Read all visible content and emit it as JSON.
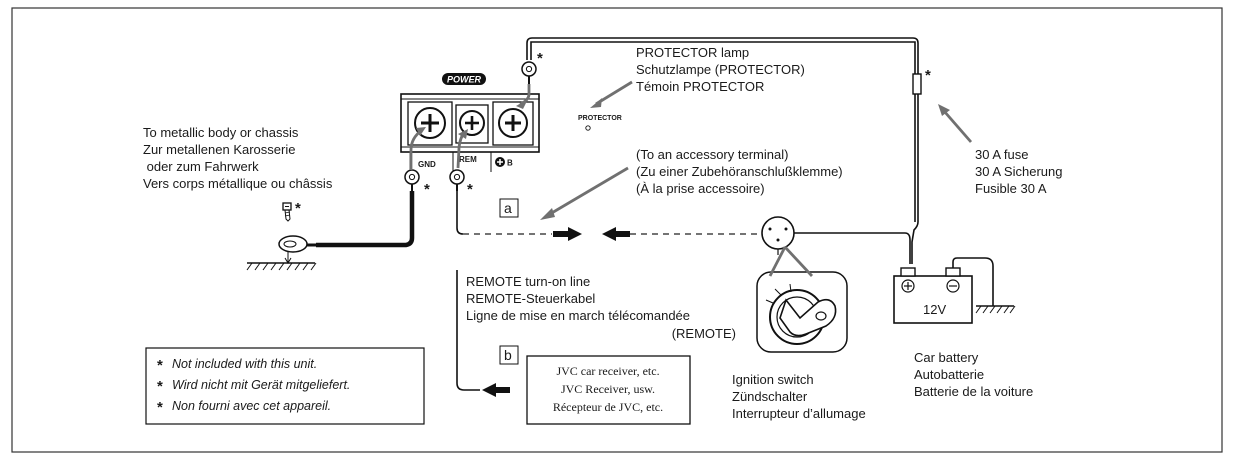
{
  "colors": {
    "leader": "#707070",
    "ink": "#111111",
    "background": "#ffffff"
  },
  "amplifier": {
    "logo": "POWER",
    "terminals": [
      "GND",
      "REM",
      "B"
    ],
    "indicator": "PROTECTOR"
  },
  "labels": {
    "protector_lamp": [
      "PROTECTOR lamp",
      "Schutzlampe (PROTECTOR)",
      "Témoin PROTECTOR"
    ],
    "ground_target": [
      "To metallic body or chassis",
      "Zur metallenen Karosserie",
      " oder zum Fahrwerk",
      "Vers corps métallique ou châssis"
    ],
    "accessory_terminal": [
      "(To an accessory terminal)",
      "(Zu einer Zubehöranschlußklemme)",
      "(À la prise accessoire)"
    ],
    "fuse": [
      "30 A fuse",
      "30 A Sicherung",
      "Fusible 30 A"
    ],
    "remote_line": [
      "REMOTE turn-on line",
      "REMOTE-Steuerkabel",
      "Ligne de mise en march télécomandée",
      "(REMOTE)"
    ],
    "ignition": [
      "Ignition switch",
      "Zündschalter",
      "Interrupteur d’allumage"
    ],
    "battery": [
      "Car battery",
      "Autobatterie",
      "Batterie de la voiture"
    ],
    "receiver": [
      "JVC car receiver, etc.",
      "JVC Receiver, usw.",
      "Récepteur de JVC, etc."
    ]
  },
  "tags": {
    "a": "a",
    "b": "b"
  },
  "battery_voltage": "12V",
  "asterisk": "*",
  "notes": [
    "Not included with this unit.",
    "Wird nicht mit Gerät mitgeliefert.",
    "Non fourni avec cet appareil."
  ]
}
